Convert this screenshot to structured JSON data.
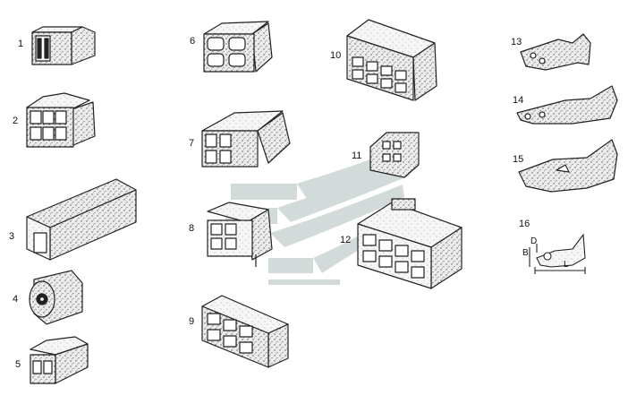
{
  "items": [
    {
      "id": "1"
    },
    {
      "id": "2"
    },
    {
      "id": "3"
    },
    {
      "id": "4"
    },
    {
      "id": "5"
    },
    {
      "id": "6"
    },
    {
      "id": "7"
    },
    {
      "id": "8"
    },
    {
      "id": "9"
    },
    {
      "id": "10"
    },
    {
      "id": "11"
    },
    {
      "id": "12"
    },
    {
      "id": "13"
    },
    {
      "id": "14"
    },
    {
      "id": "15"
    },
    {
      "id": "16"
    }
  ],
  "dimension_labels": {
    "b": "B",
    "d": "D",
    "l": "L"
  }
}
